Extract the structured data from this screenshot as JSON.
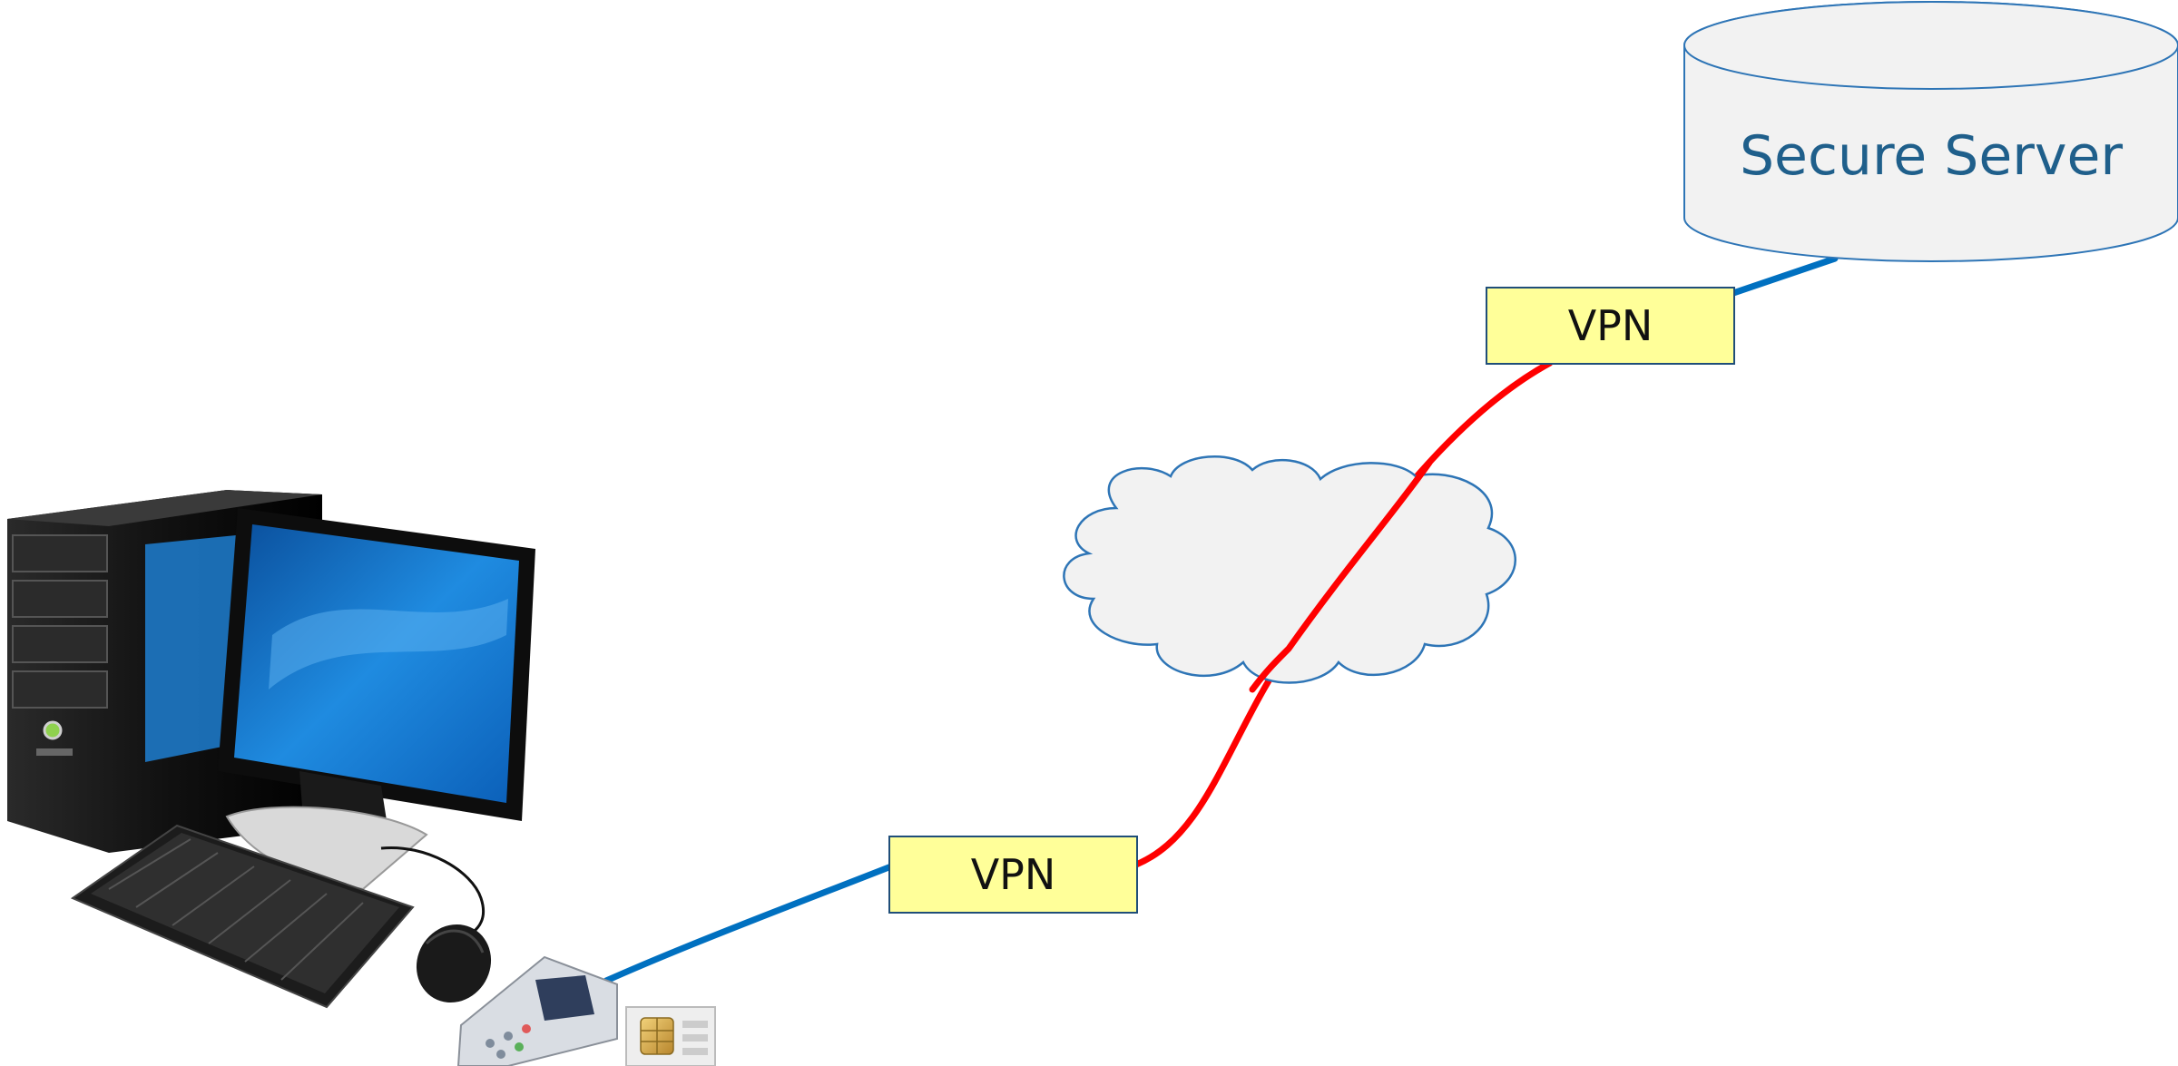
{
  "server": {
    "label": "Secure Server"
  },
  "vpn_client": {
    "label": "VPN"
  },
  "vpn_server": {
    "label": "VPN"
  },
  "colors": {
    "secure_link": "#0070c0",
    "insecure_link": "#ff0000",
    "vpn_fill": "#ffff99",
    "vpn_border": "#1f4e79",
    "server_fill": "#f2f2f2",
    "server_border": "#2e75b6",
    "server_text": "#1f5f8b",
    "cloud_fill": "#f2f2f2",
    "cloud_border": "#2e75b6"
  },
  "icons": {
    "workstation": "desktop-computer-icon",
    "card_reader": "card-reader-icon",
    "smart_card": "sim-card-icon",
    "network": "internet-cloud-icon",
    "database": "database-cylinder-icon"
  }
}
